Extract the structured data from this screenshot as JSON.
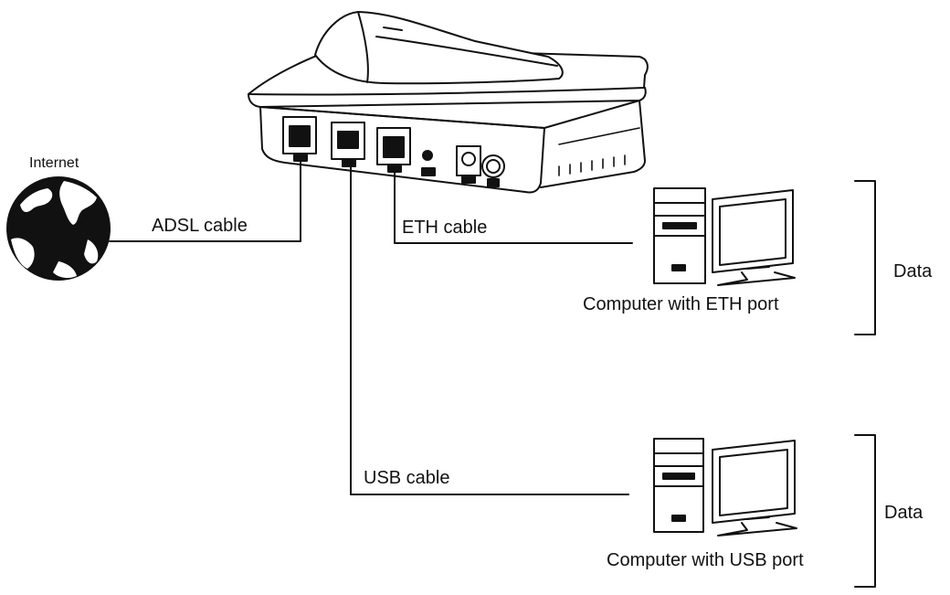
{
  "colors": {
    "line": "#111111",
    "background": "#ffffff",
    "globe_land": "#111111",
    "globe_water": "#ffffff"
  },
  "icons": {
    "router": "adsl-modem-router-icon",
    "globe": "globe-icon",
    "computer": "desktop-computer-icon"
  },
  "labels": {
    "internet": "Internet",
    "adsl_cable": "ADSL cable",
    "eth_cable": "ETH cable",
    "usb_cable": "USB cable",
    "computer_eth": "Computer with ETH port",
    "computer_usb": "Computer with USB port",
    "data_top": "Data",
    "data_bottom": "Data"
  }
}
